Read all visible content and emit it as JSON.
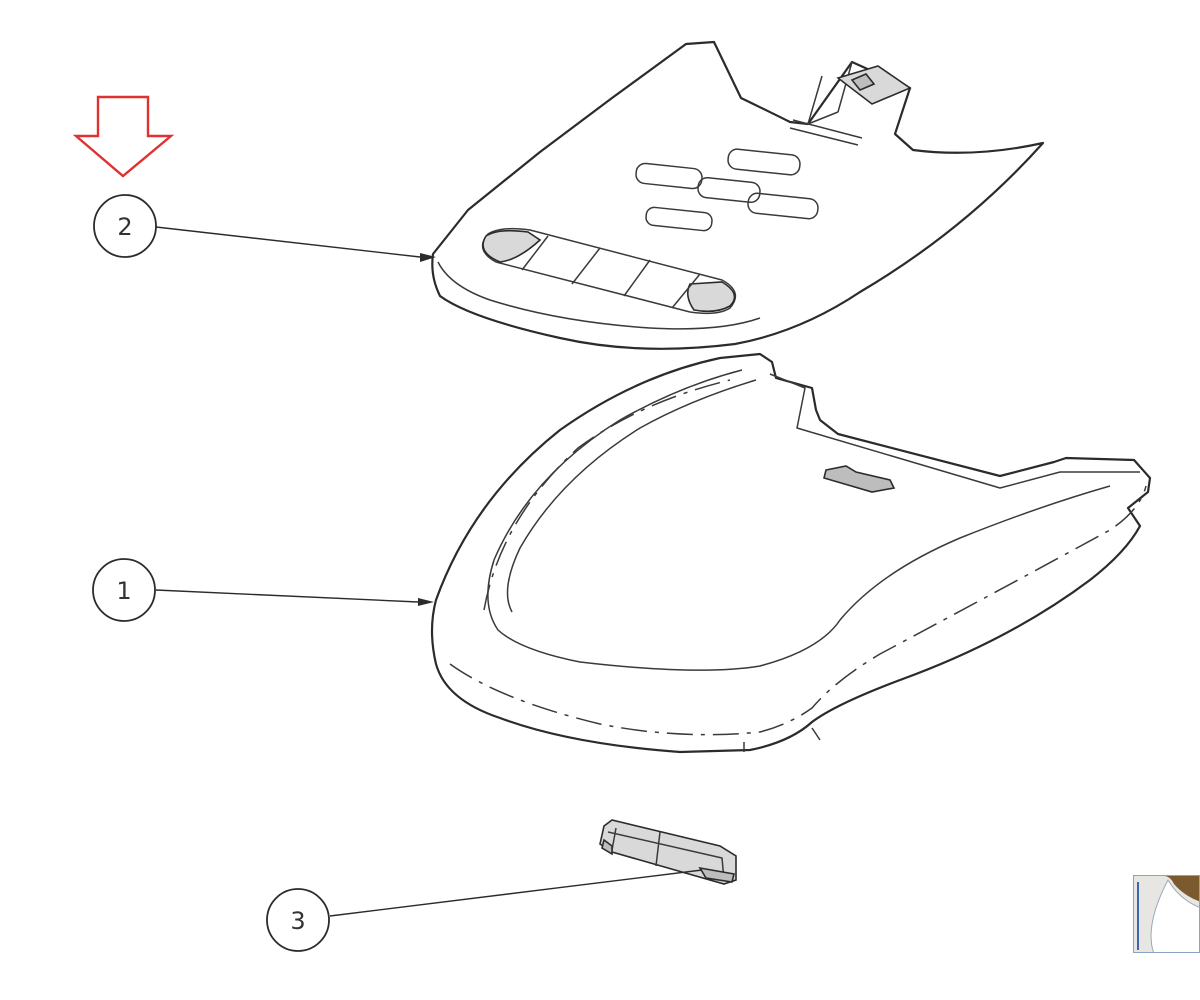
{
  "balloons": [
    {
      "label": "2",
      "part": "top-panel"
    },
    {
      "label": "1",
      "part": "housing"
    },
    {
      "label": "3",
      "part": "clip"
    }
  ],
  "arrow": {
    "color": "#e03030",
    "icon": "down-arrow-icon"
  },
  "thumbnail": {
    "icon": "photo-thumbnail-icon"
  }
}
